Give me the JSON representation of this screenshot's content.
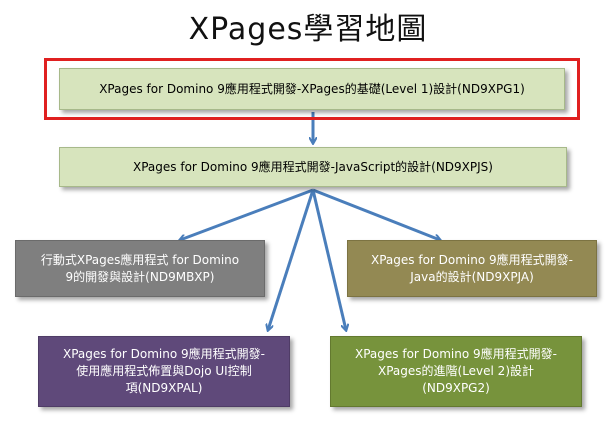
{
  "title": "XPages學習地圖",
  "colors": {
    "box_green": "#d7e4bd",
    "box_gray": "#7f7f7f",
    "box_olive": "#938953",
    "box_purple": "#5f497a",
    "box_light_green": "#77933c",
    "arrow": "#4a7ebb",
    "highlight": "#e02020"
  },
  "courses": {
    "level1": "XPages for Domino  9應用程式開發-XPages的基礎(Level 1)設計(ND9XPG1)",
    "javascript": "XPages for Domino  9應用程式開發-JavaScript的設計(ND9XPJS)",
    "mobile_line1": "行動式XPages應用程式 for Domino",
    "mobile_line2": "9的開發與設計(ND9MBXP)",
    "java_line1": "XPages for Domino  9應用程式開發-",
    "java_line2": "Java的設計(ND9XPJA)",
    "layout_line1": "XPages for Domino  9應用程式開發-",
    "layout_line2": "使用應用程式佈置與Dojo UI控制",
    "layout_line3": "項(ND9XPAL)",
    "level2_line1": "XPages for Domino  9應用程式開發-",
    "level2_line2": "XPages的進階(Level 2)設計",
    "level2_line3": "(ND9XPG2)"
  }
}
